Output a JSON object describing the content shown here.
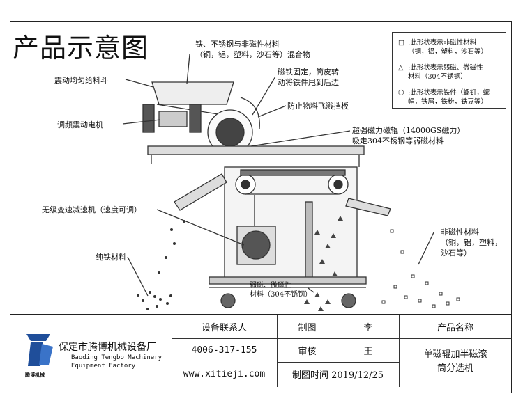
{
  "title": "产品示意图",
  "labels": {
    "mixture": "铁、不锈钢与非磁性材料\n（铜，铝，塑料，沙石等）混合物",
    "feeder": "震动均匀给料斗",
    "motor": "调频震动电机",
    "magnet_fixed": "磁铁固定，筒皮转\n动将铁件甩到后边",
    "splash_plate": "防止物料飞溅挡板",
    "strong_roller": "超强磁力磁辊（14000GS磁力）\n吸走304不锈钢等弱磁材料",
    "reducer": "无级变速减速机（速度可调）",
    "pure_iron": "纯铁材料",
    "weak_magnetic": "弱磁、微磁性\n材料（304不锈钢）",
    "non_magnetic": "非磁性材料\n（铜，铝，塑料，\n沙石等）"
  },
  "legend": [
    {
      "symbol": "square-icon",
      "text": ":此形状表示非磁性材料\n（铜，铝，塑料，沙石等）"
    },
    {
      "symbol": "triangle-icon",
      "text": ":此形状表示弱磁、微磁性\n材料（304不锈钢）"
    },
    {
      "symbol": "nut-icon",
      "text": ":此形状表示铁件（螺钉，螺\n帽，铁屑，铁粉，铁豆等）"
    }
  ],
  "titleblock": {
    "logo_text": "腾博机械",
    "company_cn": "保定市腾博机械设备厂",
    "company_en": "Baoding Tengbo Machinery\nEquipment Factory",
    "contact_label": "设备联系人",
    "phone": "4006-317-155",
    "website": "www.xitieji.com",
    "draw_label": "制图",
    "draw_value": "李",
    "review_label": "审核",
    "review_value": "王",
    "date_text": "制图时间 2019/12/25",
    "product_label": "产品名称",
    "product_value": "单磁辊加半磁滚\n筒分选机"
  }
}
